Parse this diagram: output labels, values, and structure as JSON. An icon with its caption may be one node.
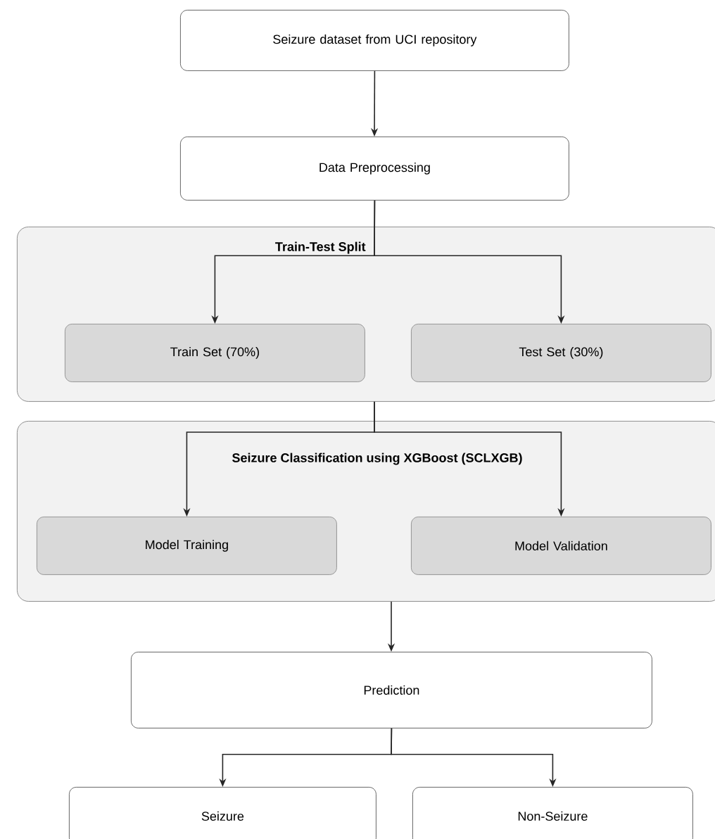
{
  "diagram": {
    "nodes": [
      {
        "text": [
          "Seizure dataset from UCI repository"
        ]
      },
      {
        "text": [
          "Data Preprocessing"
        ]
      },
      {
        "text": [
          "Train-Test Split"
        ]
      },
      {
        "text": [
          "Train Set (70%)"
        ],
        "in": 2
      },
      {
        "text": [
          "Test Set (30%)"
        ],
        "in": 2
      },
      {
        "text": [
          "Seizure Classification using XGBoost (SCLXGB)"
        ]
      },
      {
        "text": [
          "Model Training"
        ],
        "in": 5
      },
      {
        "text": [
          "Model Validation"
        ],
        "in": 5
      },
      {
        "text": [
          "Prediction"
        ]
      },
      {
        "text": [
          "Seizure"
        ]
      },
      {
        "text": [
          "Non-Seizure"
        ]
      }
    ],
    "edges": [
      {
        "from": 0,
        "to": 1,
        "arrow": "to"
      },
      {
        "from": 1,
        "to": 3,
        "arrow": "to"
      },
      {
        "from": 1,
        "to": 4,
        "arrow": "to"
      },
      {
        "from": 2,
        "to": 6,
        "arrow": "to"
      },
      {
        "from": 2,
        "to": 7,
        "arrow": "to"
      },
      {
        "from": 5,
        "to": 8,
        "arrow": "to"
      },
      {
        "from": 8,
        "to": 9,
        "arrow": "to"
      },
      {
        "from": 8,
        "to": 10,
        "arrow": "to"
      }
    ]
  }
}
